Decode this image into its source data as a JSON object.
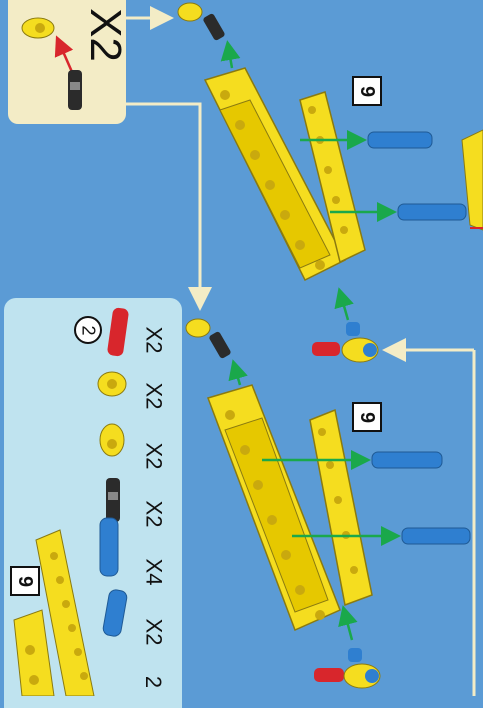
{
  "callout": {
    "quantity": "X2"
  },
  "steps": [
    {
      "length_label": "9"
    },
    {
      "length_label": "9"
    }
  ],
  "parts_list": {
    "beam_length_label": "9",
    "axle_length_label": "2",
    "quantities": [
      "X2",
      "X2",
      "X2",
      "X2",
      "X4",
      "X2",
      "2"
    ]
  },
  "colors": {
    "background": "#5b9bd5",
    "callout_bg": "#f3ecc6",
    "parts_panel_bg": "#bfe3ef",
    "beam_yellow": "#f5dd1f",
    "pin_blue": "#2f7fd0",
    "axle_red": "#d8262c",
    "arrow_green": "#1aa84b",
    "connector_line": "#f3ecc6"
  }
}
